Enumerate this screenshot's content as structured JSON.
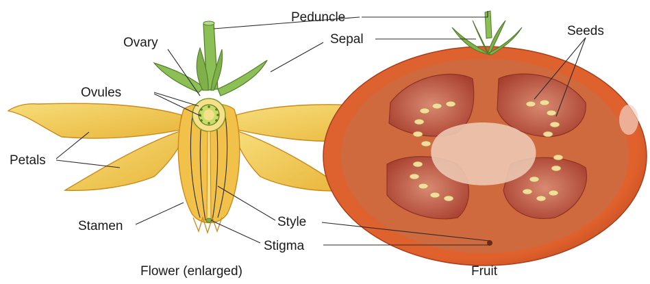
{
  "diagram": {
    "labels": {
      "peduncle": "Peduncle",
      "sepal": "Sepal",
      "ovary": "Ovary",
      "ovules": "Ovules",
      "seeds": "Seeds",
      "petals": "Petals",
      "stamen": "Stamen",
      "style": "Style",
      "stigma": "Stigma"
    },
    "captions": {
      "flower": "Flower (enlarged)",
      "fruit": "Fruit"
    },
    "colors": {
      "petal": "#f2c94c",
      "petal_edge": "#c98a1a",
      "sepal": "#7fb04a",
      "tomato_skin": "#e0612c",
      "tomato_flesh": "#c95a34",
      "locule": "#b5493a",
      "core": "#f0d2bf",
      "seed": "#f2dca0"
    }
  }
}
